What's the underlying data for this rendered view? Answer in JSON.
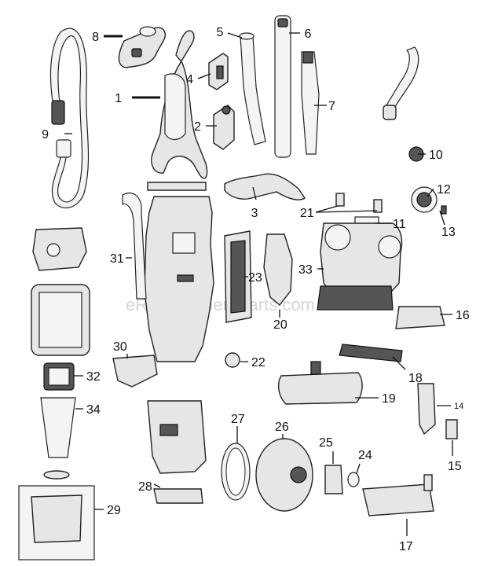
{
  "watermark": "eReplacementParts.com",
  "callouts": {
    "c1": "1",
    "c2": "2",
    "c3": "3",
    "c4": "4",
    "c5": "5",
    "c6": "6",
    "c7": "7",
    "c8": "8",
    "c9": "9",
    "c10": "10",
    "c11": "11",
    "c12": "12",
    "c13": "13",
    "c14": "14",
    "c15": "15",
    "c16": "16",
    "c17": "17",
    "c18": "18",
    "c19": "19",
    "c20": "20",
    "c21": "21",
    "c22": "22",
    "c23": "23",
    "c24": "24",
    "c25": "25",
    "c26": "26",
    "c27": "27",
    "c28": "28",
    "c29": "29",
    "c30": "30",
    "c31": "31",
    "c32": "32",
    "c33": "33",
    "c34": "34"
  }
}
